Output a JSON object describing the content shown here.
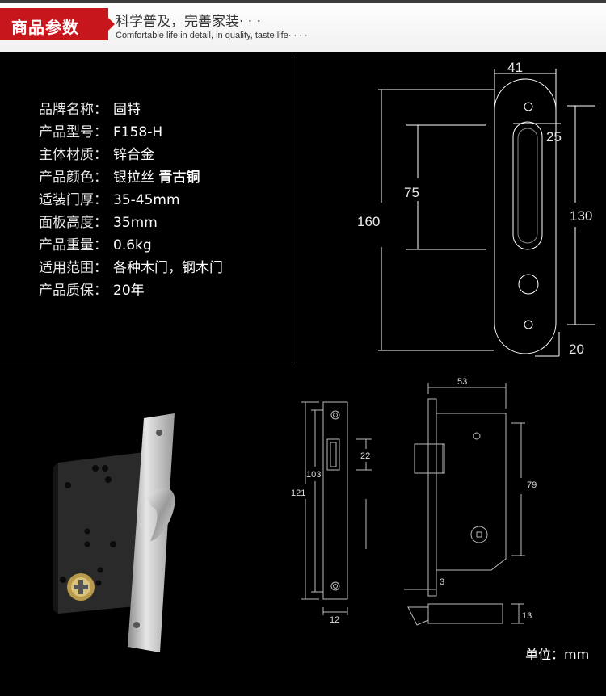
{
  "header": {
    "tag": "商品参数",
    "slogan_cn": "科学普及，完善家装·  ·  ·",
    "slogan_en": "Comfortable life in detail, in quality, taste life·  ·  ·  ·"
  },
  "specs": [
    {
      "label": "品牌名称：",
      "value": "固特"
    },
    {
      "label": "产品型号：",
      "value": "F158-H"
    },
    {
      "label": "主体材质：",
      "value": "锌合金"
    },
    {
      "label": "产品颜色：",
      "value": "银拉丝",
      "value_extra": "青古铜"
    },
    {
      "label": "适装门厚：",
      "value": "35-45mm"
    },
    {
      "label": "面板高度：",
      "value": "35mm"
    },
    {
      "label": "产品重量：",
      "value": "0.6kg"
    },
    {
      "label": "适用范围：",
      "value": "各种木门，钢木门"
    },
    {
      "label": "产品质保：",
      "value": "20年"
    }
  ],
  "plate_dims": {
    "width": "41",
    "recess_width": "25",
    "recess_height": "75",
    "total_height": "160",
    "hole_span": "130",
    "bottom_offset": "20"
  },
  "lock_dims": {
    "face_height": "121",
    "face_inner": "103",
    "latch": "22",
    "face_width": "12",
    "backset": "53",
    "body_height": "79",
    "lip": "3",
    "bolt": "13"
  },
  "unit_label": "单位：mm"
}
